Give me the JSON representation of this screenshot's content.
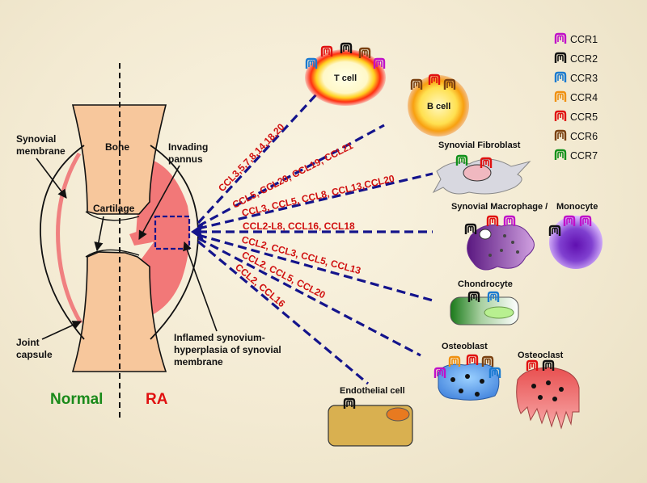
{
  "labels": {
    "synovial_membrane": [
      "Synovial",
      "membrane"
    ],
    "bone": "Bone",
    "cartilage": "Cartilage",
    "invading_pannus": [
      "Invading",
      "pannus"
    ],
    "joint_capsule": [
      "Joint",
      "capsule"
    ],
    "inflamed": [
      "Inflamed synovium-",
      "hyperplasia of synovial",
      "membrane"
    ],
    "normal": "Normal",
    "ra": "RA"
  },
  "colors": {
    "normal": "#1a8a1a",
    "ra": "#e01010",
    "chemokine": "#d01010",
    "dash_line": "#14148c",
    "bone": "#f7c79c",
    "inflamed": "#f27878"
  },
  "chemokines": [
    "CCL3,5,7,8,14,18,20",
    "CCL5, CCL20, CCL19, CCL21",
    "CCL3, CCL5, CCL8, CCL13,CCL20",
    "CCL2-L8, CCL16, CCL18",
    "CCL2, CCL3, CCL5, CCL13",
    "CCL2, CCL5, CCL20",
    "CCL2, CCL16"
  ],
  "cells": {
    "t_cell": "T cell",
    "b_cell": "B cell",
    "synovial_fibroblast": "Synovial Fibroblast",
    "synovial_macrophage": "Synovial Macrophage /",
    "monocyte": "Monocyte",
    "chondrocyte": "Chondrocyte",
    "osteoblast": "Osteoblast",
    "osteoclast": "Osteoclast",
    "endothelial": "Endothelial cell"
  },
  "legend": [
    {
      "label": "CCR1",
      "color": "#c010c8"
    },
    {
      "label": "CCR2",
      "color": "#111111"
    },
    {
      "label": "CCR3",
      "color": "#1a7ad0"
    },
    {
      "label": "CCR4",
      "color": "#f09010"
    },
    {
      "label": "CCR5",
      "color": "#e01010"
    },
    {
      "label": "CCR6",
      "color": "#7a4010"
    },
    {
      "label": "CCR7",
      "color": "#10901a"
    }
  ]
}
